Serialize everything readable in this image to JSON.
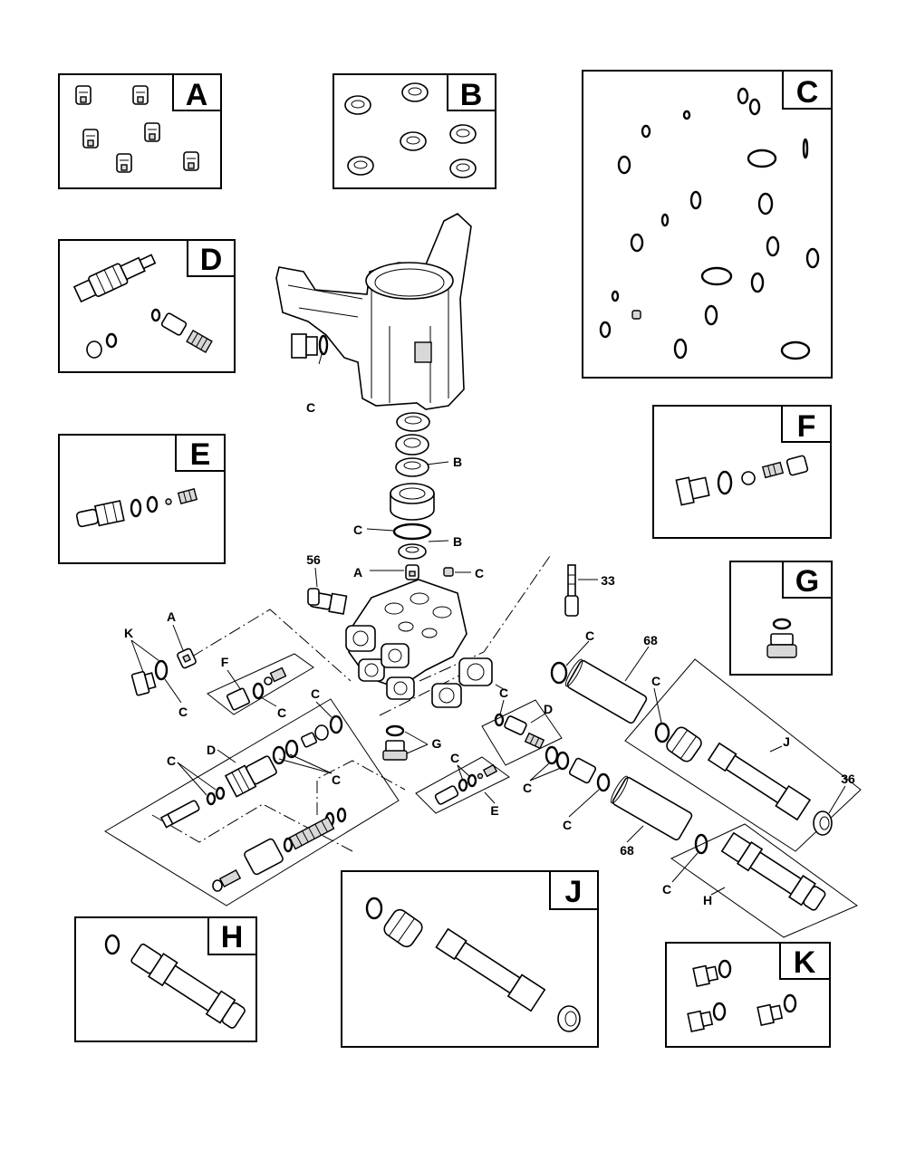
{
  "kit_panels": [
    {
      "id": "A",
      "letter": "A"
    },
    {
      "id": "B",
      "letter": "B"
    },
    {
      "id": "C",
      "letter": "C"
    },
    {
      "id": "D",
      "letter": "D"
    },
    {
      "id": "E",
      "letter": "E"
    },
    {
      "id": "F",
      "letter": "F"
    },
    {
      "id": "G",
      "letter": "G"
    },
    {
      "id": "H",
      "letter": "H"
    },
    {
      "id": "J",
      "letter": "J"
    },
    {
      "id": "K",
      "letter": "K"
    }
  ],
  "callouts": {
    "c_top": "C",
    "b1": "B",
    "c_mid": "C",
    "b2": "B",
    "a_mid": "A",
    "c_right": "C",
    "n56": "56",
    "n33": "33",
    "k_left": "K",
    "a_left": "A",
    "c_left_bottom": "C",
    "f_left": "F",
    "c_f": "C",
    "c_upper_mid": "C",
    "c_d_left1": "C",
    "d_left": "D",
    "c_d_left2": "C",
    "g_mid": "G",
    "c_e": "C",
    "e_lbl": "E",
    "c_d_right": "C",
    "d_right": "D",
    "c_r1": "C",
    "c_r2": "C",
    "n68_top": "68",
    "c_68_top": "C",
    "c_j": "C",
    "j_lbl": "J",
    "n36": "36",
    "n68_bottom": "68",
    "c_h": "C",
    "h_lbl": "H"
  }
}
